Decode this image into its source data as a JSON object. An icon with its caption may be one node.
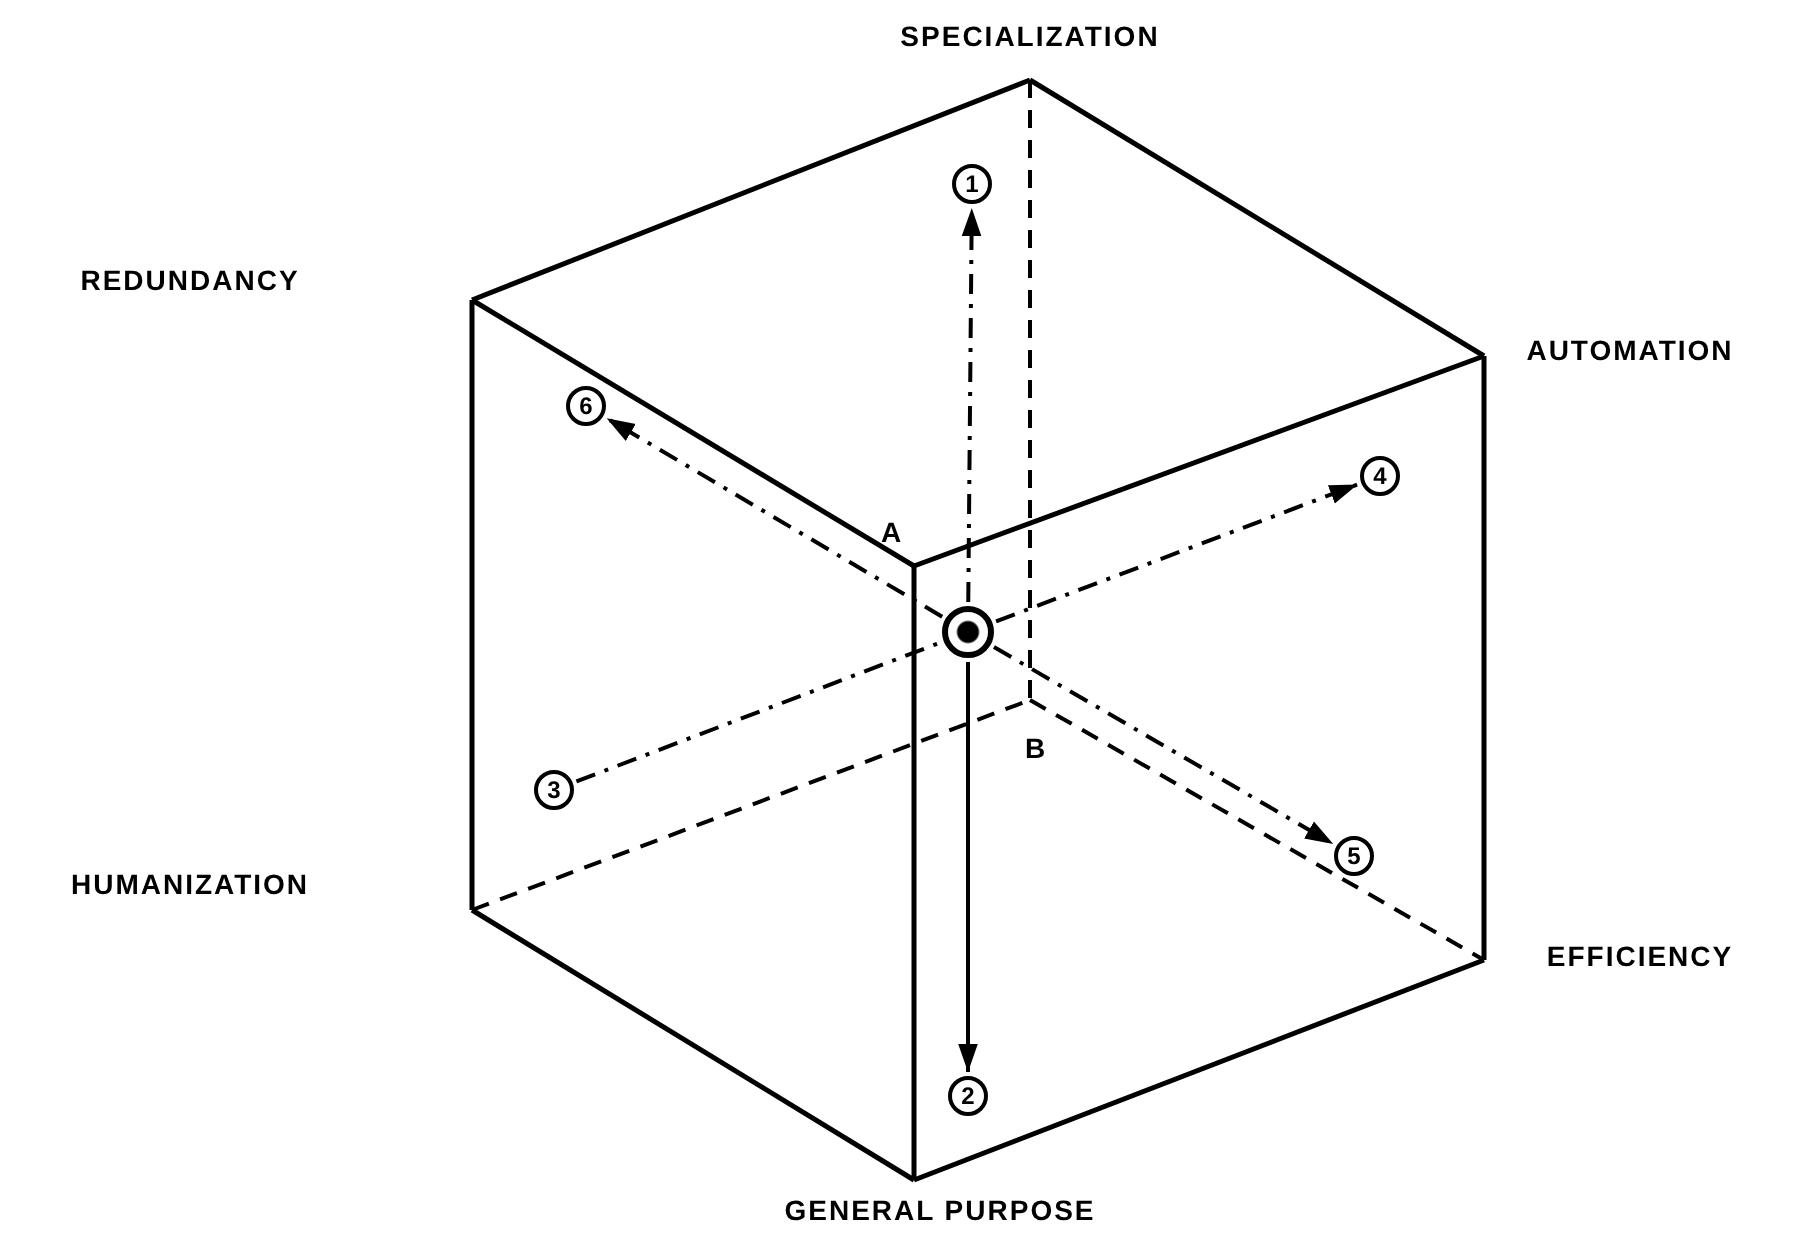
{
  "diagram": {
    "nodes": [
      {
        "text": [],
        "shape": "circle"
      },
      {
        "text": [
          "1"
        ]
      },
      {
        "text": [
          "2"
        ]
      },
      {
        "text": [
          "3"
        ]
      },
      {
        "text": [
          "4"
        ]
      },
      {
        "text": [
          "5"
        ]
      },
      {
        "text": [
          "6"
        ]
      }
    ],
    "edges": [
      {
        "from": 0,
        "to": 1,
        "arrow": "to",
        "style": "dashed"
      },
      {
        "from": 0,
        "to": 2,
        "arrow": "to"
      },
      {
        "from": 3,
        "to": 0,
        "arrow": "none",
        "style": "dashed"
      },
      {
        "from": 0,
        "to": 4,
        "arrow": "to",
        "style": "dashed"
      },
      {
        "from": 0,
        "to": 5,
        "arrow": "to",
        "style": "dashed"
      },
      {
        "from": 0,
        "to": 6,
        "arrow": "to",
        "style": "dashed"
      }
    ],
    "labels": [
      "SPECIALIZATION",
      "REDUNDANCY",
      "AUTOMATION",
      "A",
      "B",
      "HUMANIZATION",
      "EFFICIENCY",
      "GENERAL PURPOSE"
    ]
  }
}
